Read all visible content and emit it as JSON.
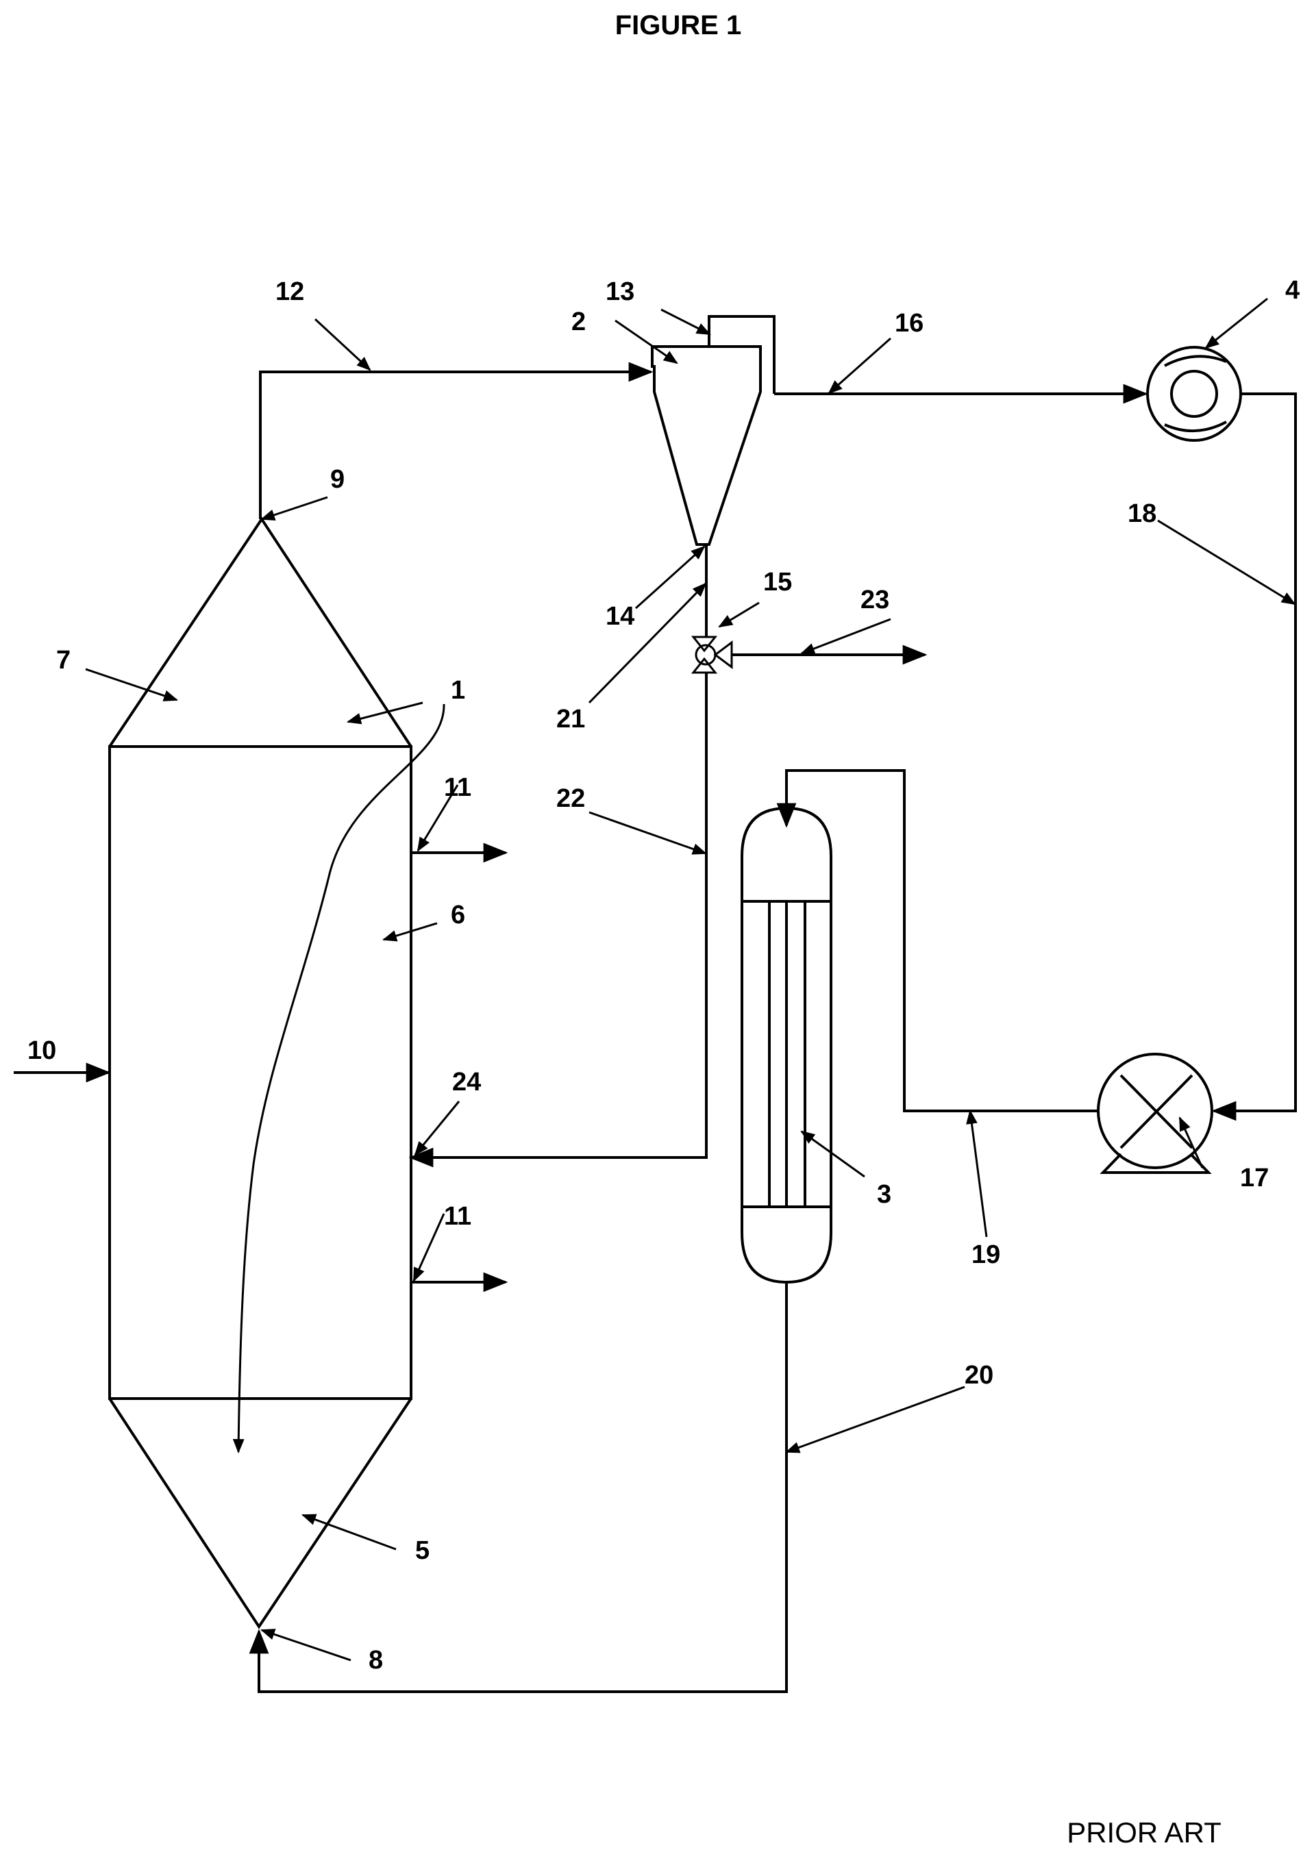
{
  "title": "FIGURE 1",
  "footer": "PRIOR ART",
  "labels": {
    "n1": "1",
    "n2": "2",
    "n3": "3",
    "n4": "4",
    "n5": "5",
    "n6": "6",
    "n7": "7",
    "n8": "8",
    "n9": "9",
    "n10": "10",
    "n11a": "11",
    "n11b": "11",
    "n12": "12",
    "n13": "13",
    "n14": "14",
    "n15": "15",
    "n16": "16",
    "n17": "17",
    "n18": "18",
    "n19": "19",
    "n20": "20",
    "n21": "21",
    "n22": "22",
    "n23": "23",
    "n24": "24"
  }
}
